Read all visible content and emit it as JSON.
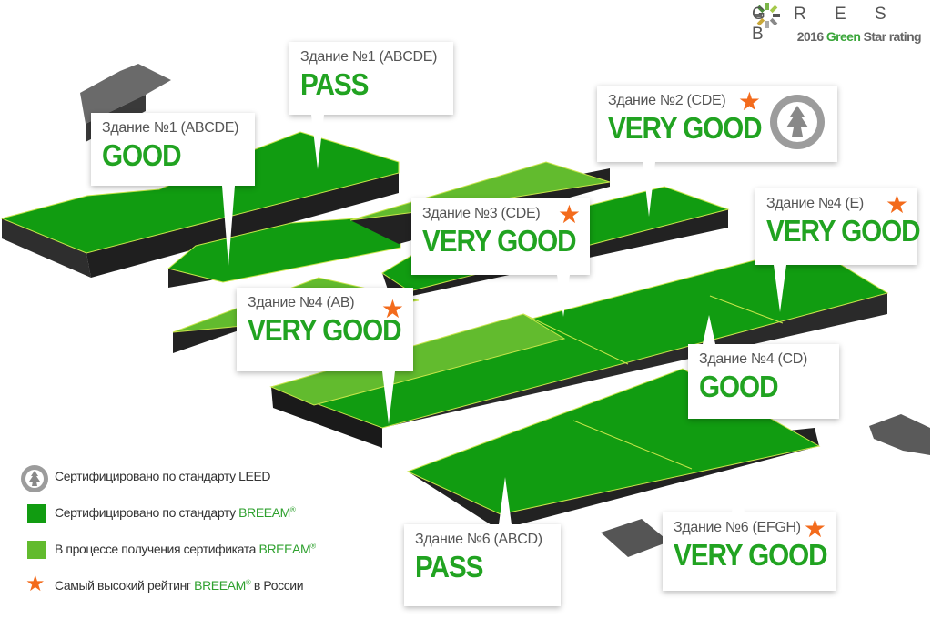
{
  "logo": {
    "name": "G R E S B",
    "rating_prefix": "2016",
    "rating_green": "Green",
    "rating_suffix": "Star rating"
  },
  "callouts": [
    {
      "building": "Здание №1 (ABCDE)",
      "rating": "PASS",
      "star": false
    },
    {
      "building": "Здание №1 (ABCDE)",
      "rating": "GOOD",
      "star": false
    },
    {
      "building": "Здание №2 (CDE)",
      "rating": "VERY GOOD",
      "star": true,
      "leed_badge": "U.S. GREEN BUILDING COUNCIL"
    },
    {
      "building": "Здание №3 (CDE)",
      "rating": "VERY GOOD",
      "star": true
    },
    {
      "building": "Здание №4 (E)",
      "rating": "VERY GOOD",
      "star": true
    },
    {
      "building": "Здание №4 (AB)",
      "rating": "VERY GOOD",
      "star": true
    },
    {
      "building": "Здание №4 (CD)",
      "rating": "GOOD",
      "star": false
    },
    {
      "building": "Здание №6 (ABCD)",
      "rating": "PASS",
      "star": false
    },
    {
      "building": "Здание №6 (EFGH)",
      "rating": "VERY GOOD",
      "star": true
    }
  ],
  "legend": {
    "leed": "Сертифицировано по стандарту LEED",
    "breeam_prefix": "Сертифицировано по стандарту",
    "breeam_brand": "BREEAM",
    "process_prefix": "В процессе получения сертификата",
    "process_brand": "BREEAM",
    "top_prefix": "Самый высокий рейтинг",
    "top_brand": "BREEAM",
    "top_suffix": "в России"
  },
  "colors": {
    "certified": "#119c11",
    "in_process": "#62bb2e",
    "star": "#f36b1c",
    "rating_text": "#21a321",
    "side": "#2e2e2e"
  }
}
